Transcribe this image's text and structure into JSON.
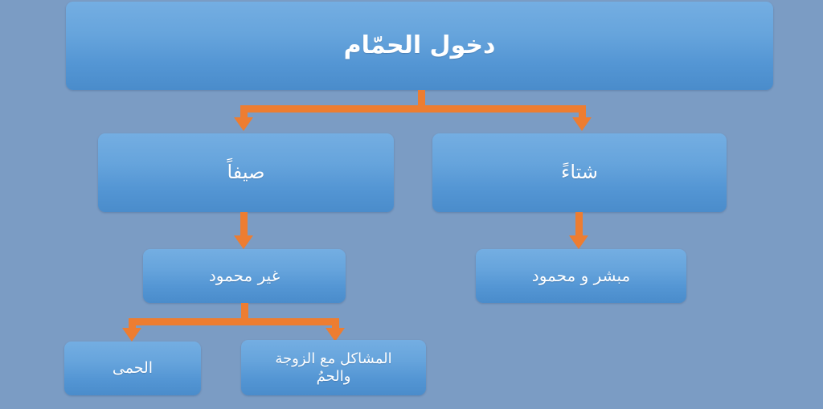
{
  "diagram": {
    "title_node": {
      "label": "دخول الحمّام"
    },
    "level2": [
      {
        "id": "summer",
        "label": "صيفاً"
      },
      {
        "id": "winter",
        "label": "شتاءً"
      }
    ],
    "level3": [
      {
        "id": "not-praiseworthy",
        "label": "غير محمود"
      },
      {
        "id": "auspicious-praiseworthy",
        "label": "مبشر و محمود"
      }
    ],
    "level4": [
      {
        "id": "fever",
        "label": "الحمى"
      },
      {
        "id": "wife-problems",
        "label": "المشاكل مع الزوجة\nوالحمُ"
      }
    ],
    "colors": {
      "background": "#7b9cc4",
      "box_top": "#74aee2",
      "box_bottom": "#4a8ccb",
      "connector": "#ed7d31",
      "text": "#ffffff"
    }
  }
}
